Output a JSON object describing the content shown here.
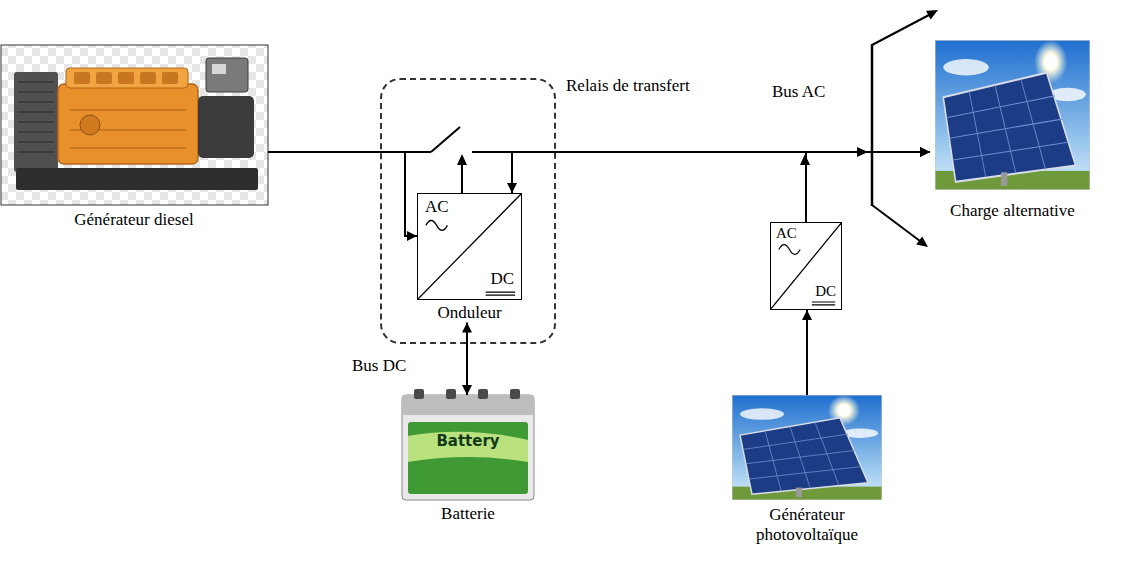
{
  "diagram": {
    "nodes": [
      {
        "text": [
          "Générateur diesel"
        ]
      },
      {
        "text": [
          "Relais de transfert"
        ]
      },
      {
        "text": [
          "AC",
          "DC",
          "Onduleur"
        ],
        "in": 1
      },
      {
        "text": [
          "Battery",
          "Batterie"
        ]
      },
      {
        "text": [
          "AC",
          "DC"
        ]
      },
      {
        "text": [
          "Générateur photovoltaïque"
        ]
      },
      {
        "text": [
          "Charge alternative"
        ]
      }
    ],
    "edges": [
      {
        "from": 0,
        "to": 2,
        "arrow": "to"
      },
      {
        "from": 2,
        "to": 6,
        "arrow": "both"
      },
      {
        "from": 3,
        "to": 2,
        "arrow": "both"
      },
      {
        "from": 5,
        "to": 4,
        "arrow": "to"
      },
      {
        "from": 4,
        "to": 6,
        "arrow": "to"
      }
    ],
    "labels": [
      "Bus AC",
      "Bus DC"
    ]
  }
}
